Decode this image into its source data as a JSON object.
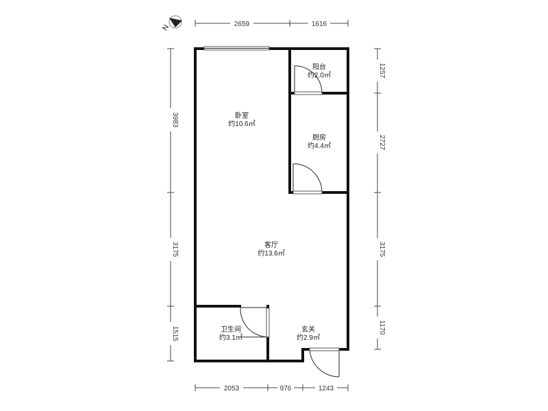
{
  "compass": {
    "north_label": "N"
  },
  "rooms": {
    "balcony": {
      "name": "阳台",
      "area": "约2.0㎡"
    },
    "bedroom": {
      "name": "卧室",
      "area": "约10.6㎡"
    },
    "kitchen": {
      "name": "厨房",
      "area": "约4.4㎡"
    },
    "living": {
      "name": "客厅",
      "area": "约13.6㎡"
    },
    "bathroom": {
      "name": "卫生间",
      "area": "约3.1㎡"
    },
    "entrance": {
      "name": "玄关",
      "area": "约2.9㎡"
    }
  },
  "dimensions": {
    "top": [
      "2659",
      "1616"
    ],
    "bottom": [
      "2053",
      "976",
      "1243"
    ],
    "left": [
      "3983",
      "3175",
      "1515"
    ],
    "right": [
      "1257",
      "2727",
      "3175",
      "1170"
    ]
  },
  "colors": {
    "wall": "#111111",
    "dimension": "#444444"
  }
}
